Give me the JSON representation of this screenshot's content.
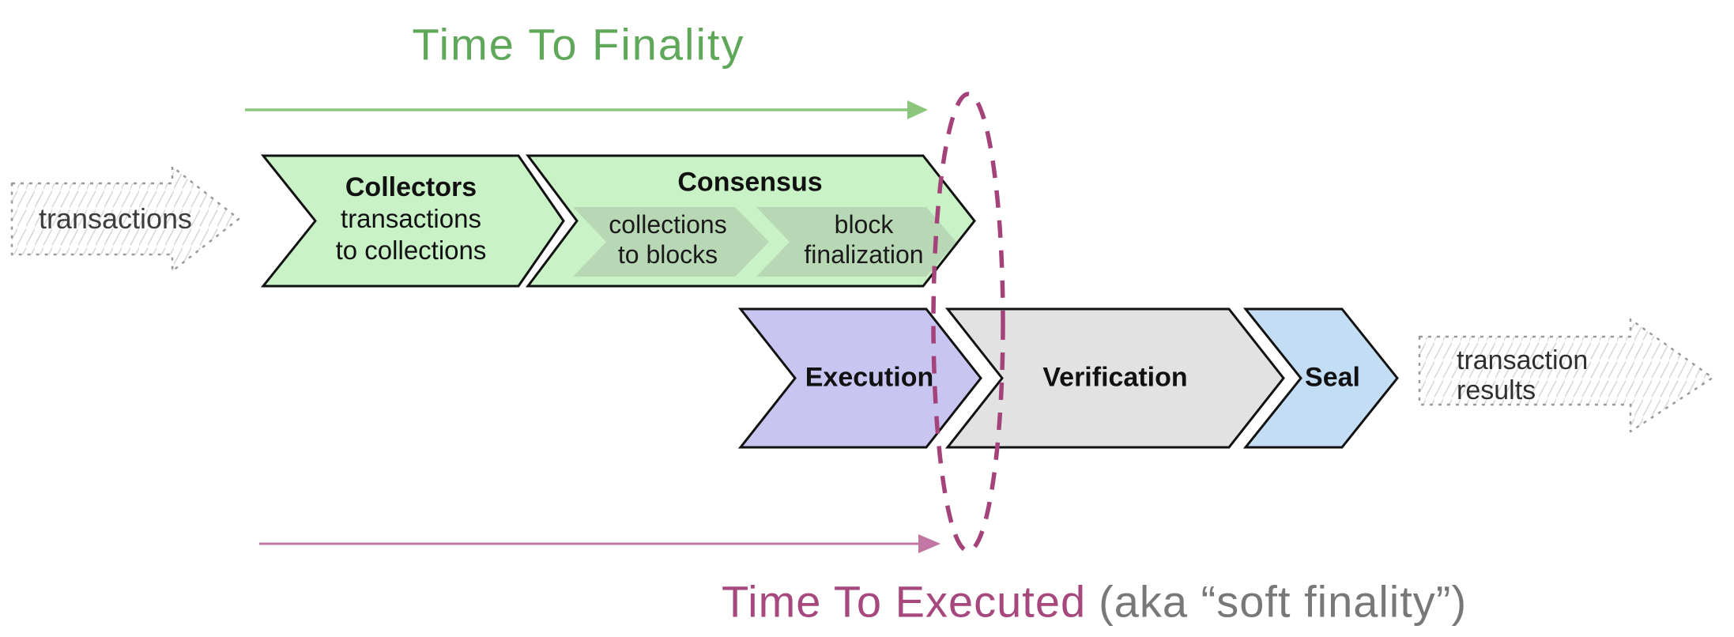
{
  "diagram": {
    "background": "#ffffff",
    "finality": {
      "title": "Time To Finality",
      "title_color": "#5fa85a",
      "arrow_color": "#8cc57c"
    },
    "executed": {
      "title": "Time To Executed",
      "note": "(aka “soft finality”)",
      "title_color": "#a6487e",
      "note_color": "#787878",
      "arrow_color": "#c276a3",
      "ellipse_color": "#a3437a"
    },
    "input_arrow": {
      "label": "transactions"
    },
    "output_arrow": {
      "line1": "transaction",
      "line2": "results"
    },
    "stages": {
      "collectors": {
        "title": "Collectors",
        "line1": "transactions",
        "line2": "to collections",
        "fill": "#c9f2c7"
      },
      "consensus": {
        "title": "Consensus",
        "fill": "#c9f2c7",
        "sub_fill": "#b8d7b4",
        "sub1": {
          "line1": "collections",
          "line2": "to blocks"
        },
        "sub2": {
          "line1": "block",
          "line2": "finalization"
        }
      },
      "execution": {
        "title": "Execution",
        "fill": "#c8c5f1"
      },
      "verification": {
        "title": "Verification",
        "fill": "#e2e2e2"
      },
      "seal": {
        "title": "Seal",
        "fill": "#c3ddf4"
      }
    }
  }
}
